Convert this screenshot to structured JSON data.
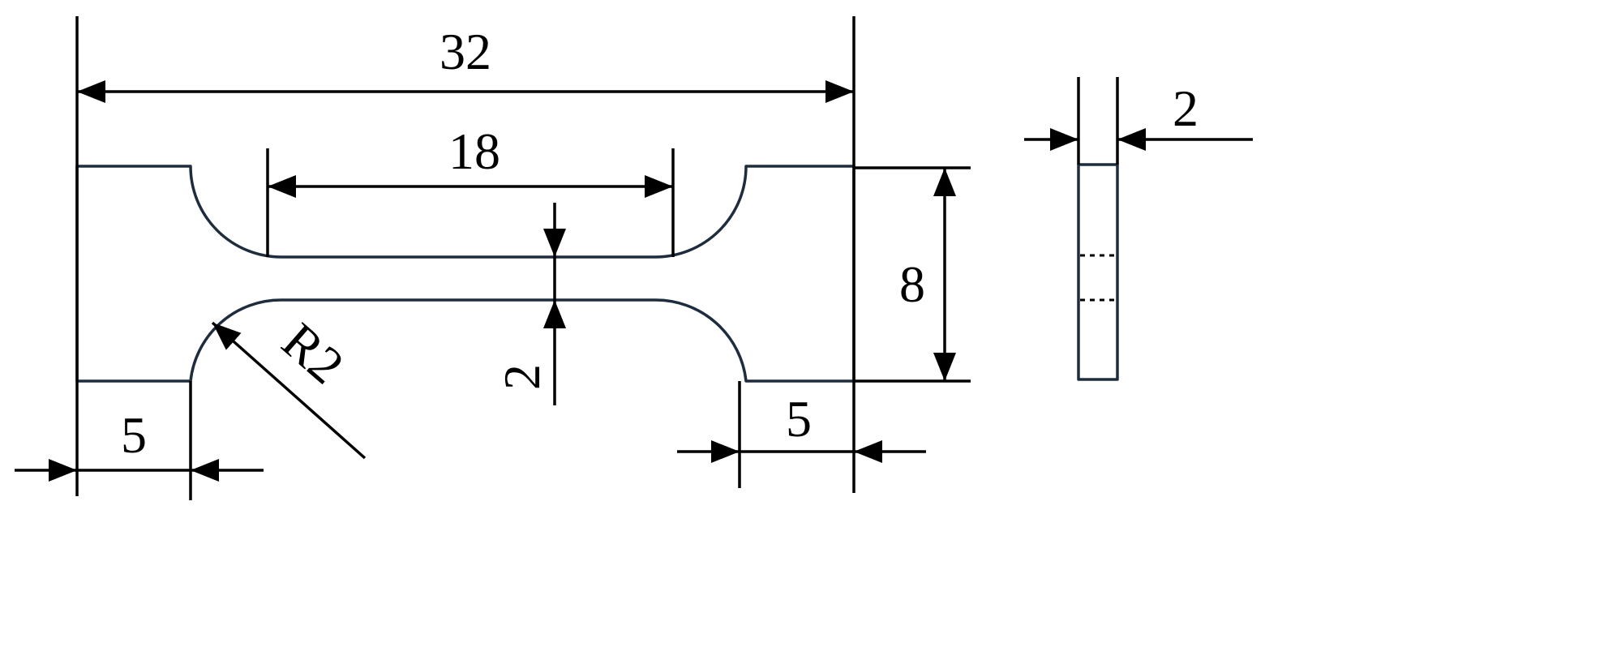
{
  "labels": {
    "overall_length": "32",
    "gauge_length": "18",
    "gauge_width": "2",
    "grip_width": "8",
    "thickness": "2",
    "fillet_radius": "R2",
    "grip_length_left": "5",
    "grip_length_right": "5"
  },
  "colors": {
    "outline": "#1e2d3d",
    "dimension": "#000000"
  }
}
